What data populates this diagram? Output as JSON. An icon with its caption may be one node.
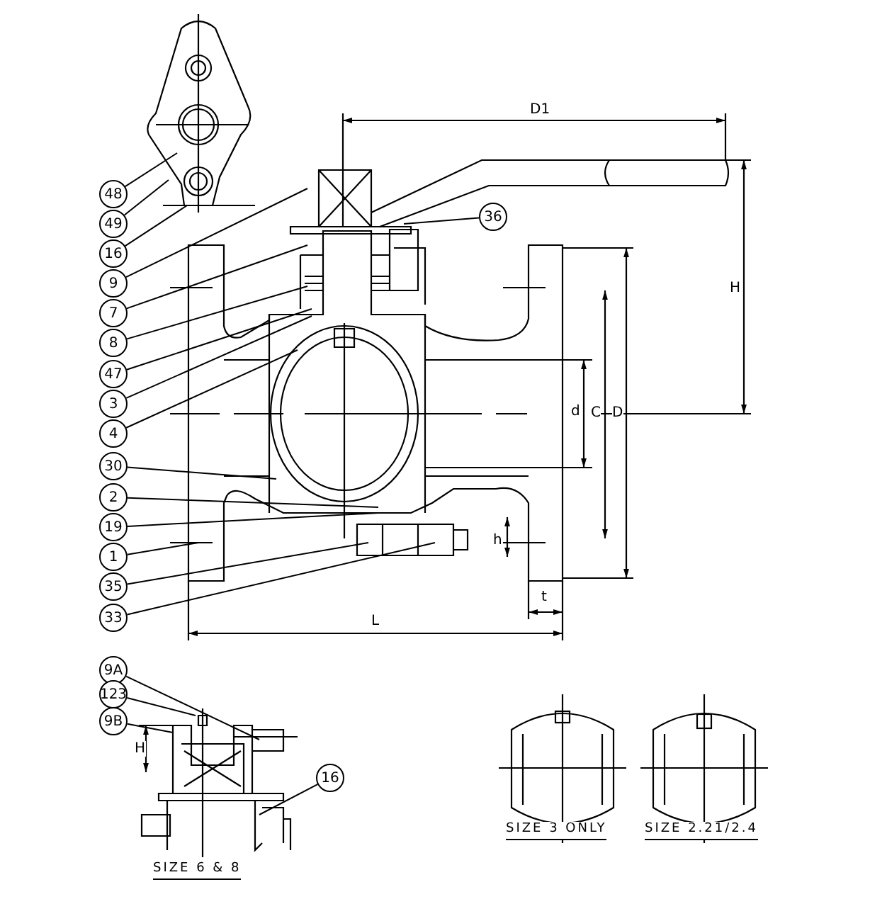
{
  "diagram": {
    "nodes": [
      {
        "text": [
          "48"
        ]
      },
      {
        "text": [
          "49"
        ]
      },
      {
        "text": [
          "16"
        ]
      },
      {
        "text": [
          "9"
        ]
      },
      {
        "text": [
          "7"
        ]
      },
      {
        "text": [
          "8"
        ]
      },
      {
        "text": [
          "47"
        ]
      },
      {
        "text": [
          "3"
        ]
      },
      {
        "text": [
          "4"
        ]
      },
      {
        "text": [
          "30"
        ]
      },
      {
        "text": [
          "2"
        ]
      },
      {
        "text": [
          "19"
        ]
      },
      {
        "text": [
          "1"
        ]
      },
      {
        "text": [
          "35"
        ]
      },
      {
        "text": [
          "33"
        ]
      },
      {
        "text": [
          "36"
        ]
      },
      {
        "text": [
          "9A"
        ]
      },
      {
        "text": [
          "123"
        ]
      },
      {
        "text": [
          "9B"
        ]
      },
      {
        "text": [
          "16"
        ]
      }
    ],
    "edges": [
      {
        "from": 0,
        "to": null,
        "arrow": "none"
      },
      {
        "from": 1,
        "to": null,
        "arrow": "none"
      },
      {
        "from": 2,
        "to": null,
        "arrow": "none"
      },
      {
        "from": 3,
        "to": null,
        "arrow": "none"
      },
      {
        "from": 4,
        "to": null,
        "arrow": "none"
      },
      {
        "from": 5,
        "to": null,
        "arrow": "none"
      },
      {
        "from": 6,
        "to": null,
        "arrow": "none"
      },
      {
        "from": 7,
        "to": null,
        "arrow": "none"
      },
      {
        "from": 8,
        "to": null,
        "arrow": "none"
      },
      {
        "from": 9,
        "to": null,
        "arrow": "none"
      },
      {
        "from": 10,
        "to": null,
        "arrow": "none"
      },
      {
        "from": 11,
        "to": null,
        "arrow": "none"
      },
      {
        "from": 12,
        "to": null,
        "arrow": "none"
      },
      {
        "from": 13,
        "to": null,
        "arrow": "none"
      },
      {
        "from": 14,
        "to": null,
        "arrow": "none"
      },
      {
        "from": 15,
        "to": null,
        "arrow": "none"
      },
      {
        "from": 16,
        "to": null,
        "arrow": "none"
      },
      {
        "from": 17,
        "to": null,
        "arrow": "none"
      },
      {
        "from": 18,
        "to": null,
        "arrow": "none"
      },
      {
        "from": 19,
        "to": null,
        "arrow": "none"
      }
    ],
    "labels": [
      "D1",
      "H",
      "d",
      "C",
      "D",
      "h",
      "t",
      "L",
      "H",
      "SIZE 6 & 8",
      "SIZE 3 ONLY",
      "SIZE 2.21/2.4"
    ]
  }
}
